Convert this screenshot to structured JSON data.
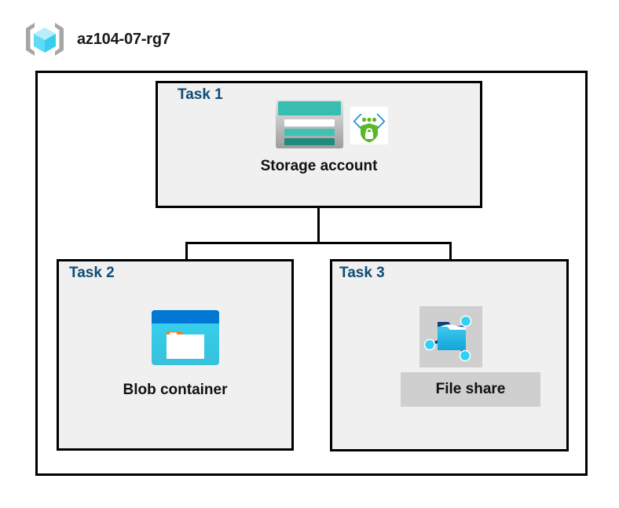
{
  "header": {
    "resource_group_name": "az104-07-rg7",
    "icon": "resource-group-cube-icon"
  },
  "diagram": {
    "type": "azure-architecture-tree",
    "root_container": "resource-group-boundary",
    "tasks": [
      {
        "id": "task1",
        "label": "Task 1",
        "node_label": "Storage account",
        "icons": [
          "storage-account-icon",
          "encryption-shield-icon"
        ],
        "highlighted": false
      },
      {
        "id": "task2",
        "label": "Task 2",
        "node_label": "Blob container",
        "icons": [
          "blob-container-icon"
        ],
        "highlighted": false
      },
      {
        "id": "task3",
        "label": "Task 3",
        "node_label": "File share",
        "icons": [
          "file-share-icon"
        ],
        "highlighted": true
      }
    ],
    "connections": [
      {
        "from": "Storage account",
        "to": "Blob container"
      },
      {
        "from": "Storage account",
        "to": "File share"
      }
    ]
  },
  "colors": {
    "task_label": "#0f4c75",
    "node_label": "#111111",
    "box_border": "#000000",
    "box_fill": "#f0f0f0",
    "page_background": "#ffffff",
    "highlight_block": "#cfcfcf",
    "storage_teal": "#37beb0",
    "storage_teal_dark": "#1f8a7d",
    "blob_blue": "#0078d4",
    "blob_cyan": "#32d0f0",
    "fileshare_blue": "#2eb5e8",
    "shield_green": "#5bb726",
    "bracket_blue": "#1f8fd6",
    "cube_cyan": "#9ee7f7",
    "cube_cyan_dark": "#38d6f0",
    "bracket_gray": "#a6a6a6"
  }
}
